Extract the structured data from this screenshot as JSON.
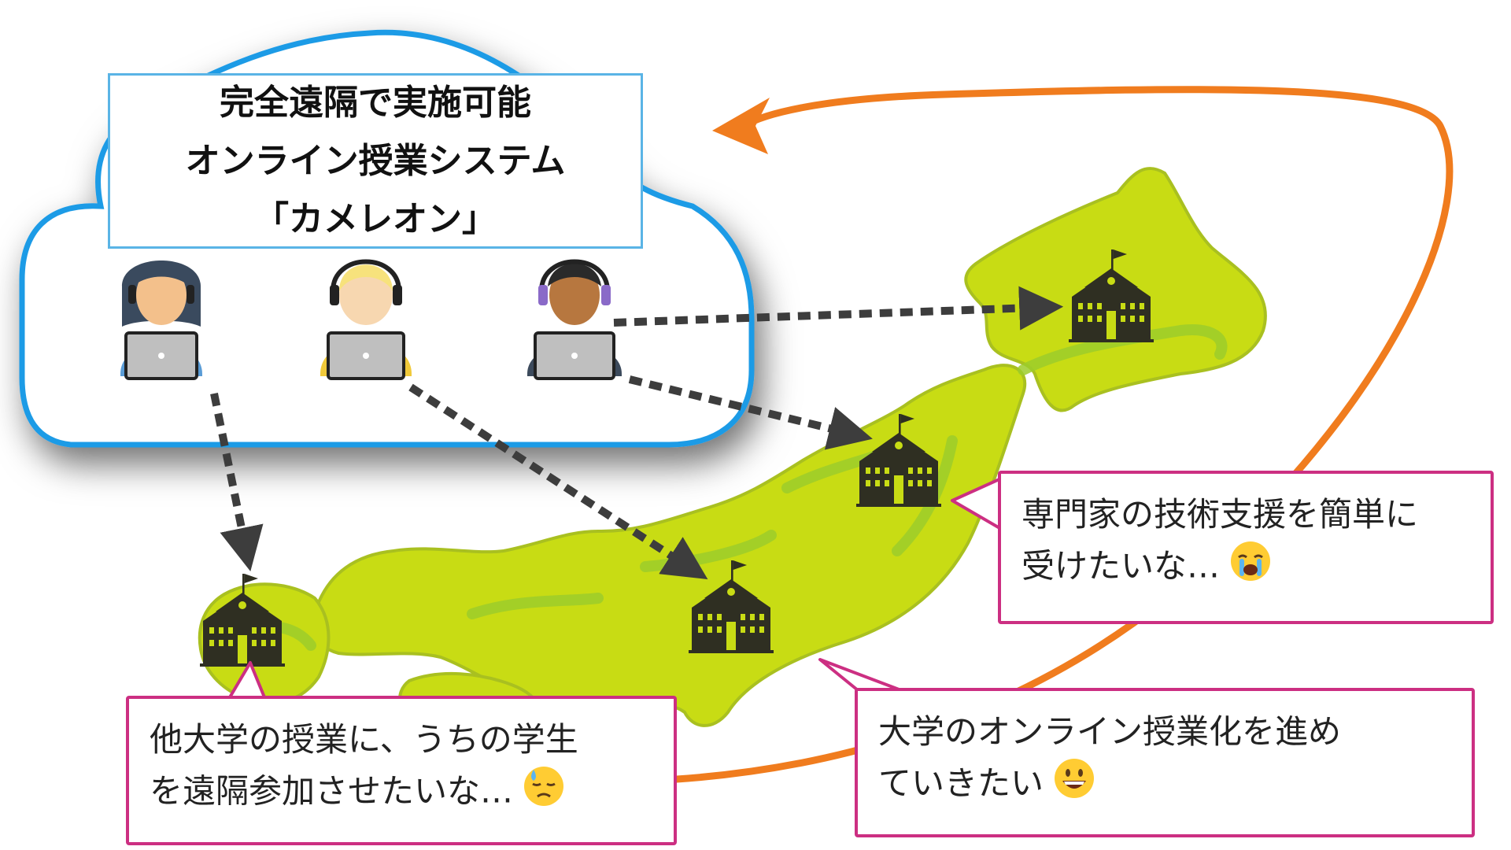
{
  "cloud_title": {
    "line1": "完全遠隔で実施可能",
    "line2": "オンライン授業システム",
    "line3": "「カメレオン」"
  },
  "bubbles": {
    "northeast": {
      "line1": "専門家の技術支援を簡単に",
      "line2": "受けたいな…",
      "emoji": "loudly-crying-face"
    },
    "west": {
      "line1": "他大学の授業に、うちの学生",
      "line2": "を遠隔参加させたいな…",
      "emoji": "downcast-face-with-sweat"
    },
    "central": {
      "line1": "大学のオンライン授業化を進め",
      "line2": "ていきたい",
      "emoji": "grinning-face"
    }
  },
  "icons": {
    "operators": [
      "operator-headset-laptop-icon",
      "operator-headset-laptop-icon",
      "operator-headset-laptop-icon"
    ],
    "schools": [
      "school-building-icon",
      "school-building-icon",
      "school-building-icon",
      "school-building-icon"
    ]
  },
  "colors": {
    "cloud_border": "#1e9be6",
    "title_border": "#5ab4e6",
    "map_fill": "#c8dc14",
    "map_shade": "#9ccc2a",
    "school": "#2f2f22",
    "dotted_arrow": "#3d3d3d",
    "cycle_arrow": "#f07c1e",
    "bubble_border": "#cc2f82"
  }
}
